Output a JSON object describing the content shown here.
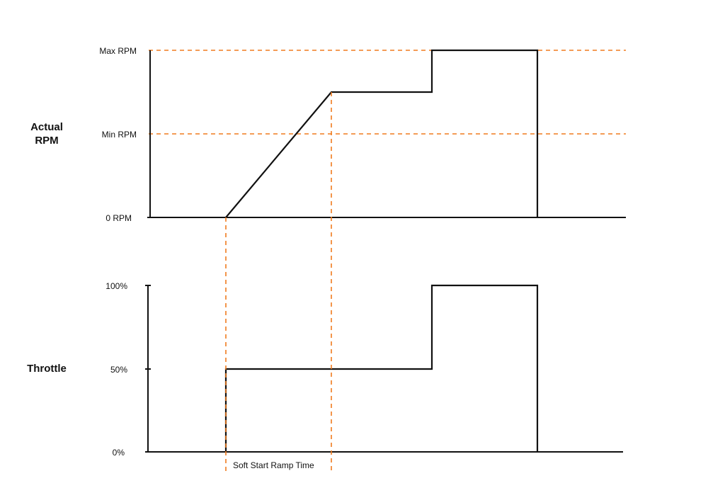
{
  "panels": {
    "rpm": {
      "label_line1": "Actual",
      "label_line2": "RPM",
      "ticks": [
        "Max RPM",
        "Min RPM",
        "0 RPM"
      ]
    },
    "throttle": {
      "label": "Throttle",
      "ticks": [
        "100%",
        "50%",
        "0%"
      ]
    }
  },
  "annotation": {
    "ramp_label": "Soft Start Ramp Time"
  },
  "colors": {
    "guide": "#f07b1e",
    "line": "#111111",
    "background": "#ffffff"
  }
}
